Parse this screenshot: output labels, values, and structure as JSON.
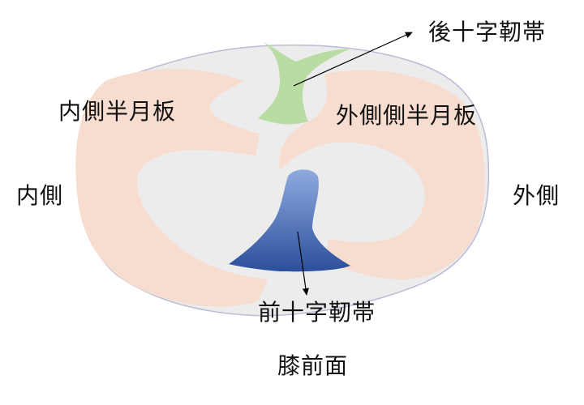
{
  "labels": {
    "pcl": "後十字靭帯",
    "medial_meniscus": "内側半月板",
    "lateral_meniscus": "外側側半月板",
    "medial": "内側",
    "lateral": "外側",
    "acl": "前十字靭帯",
    "anterior": "膝前面"
  },
  "colors": {
    "plateau": "#ececec",
    "plateau_edge": "#b9bcd6",
    "meniscus": "#f7ddd0",
    "pcl": "#b9dca2",
    "acl_top": "#8eaadf",
    "acl_bottom": "#2b4f9a",
    "arrow": "#000000"
  }
}
